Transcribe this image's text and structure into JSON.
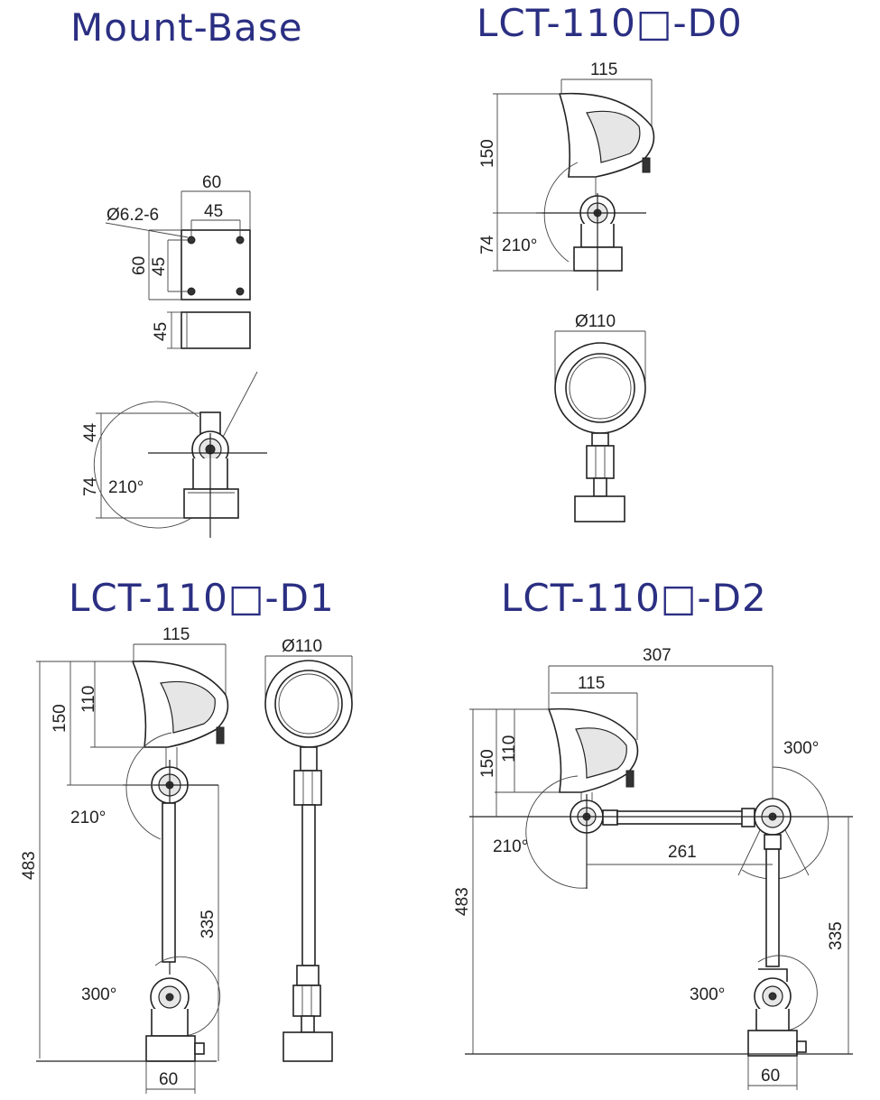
{
  "titles": {
    "mount_base": "Mount-Base",
    "d0": "LCT-110□-D0",
    "d1": "LCT-110□-D1",
    "d2": "LCT-110□-D2"
  },
  "mount_base": {
    "width_outer": "60",
    "width_inner": "45",
    "hole_spec": "Ø6.2-6",
    "height_outer": "60",
    "height_inner": "45",
    "block_height": "45",
    "side_upper": "44",
    "side_lower": "74",
    "angle": "210°"
  },
  "d0": {
    "width": "115",
    "height": "150",
    "lower": "74",
    "angle": "210°",
    "diameter": "Ø110"
  },
  "d1": {
    "width": "115",
    "diameter": "Ø110",
    "height_150": "150",
    "height_110": "110",
    "total": "483",
    "arm": "335",
    "angle_top": "210°",
    "angle_bottom": "300°",
    "base": "60"
  },
  "d2": {
    "overall_width": "307",
    "width": "115",
    "height_150": "150",
    "height_110": "110",
    "angle_right": "300°",
    "angle_left": "210°",
    "arm_h": "261",
    "total": "483",
    "arm_v": "335",
    "angle_bottom": "300°",
    "base": "60"
  }
}
